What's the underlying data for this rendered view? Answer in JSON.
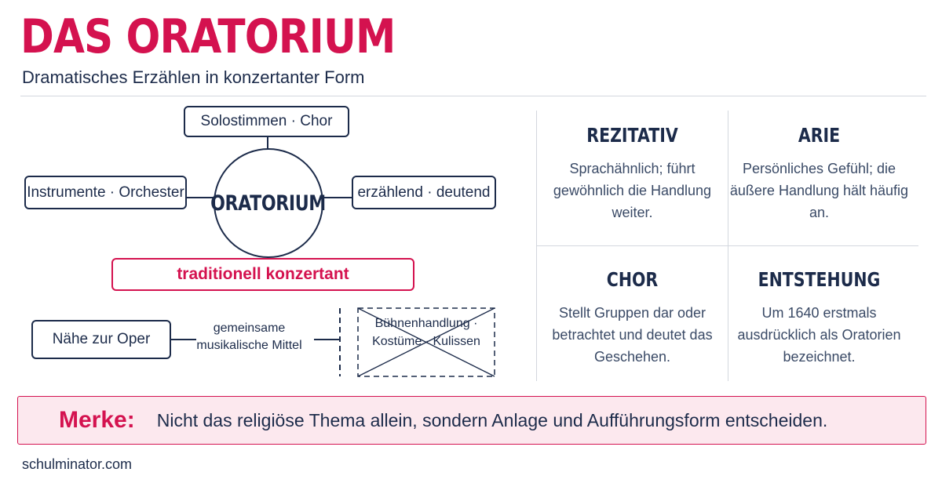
{
  "header": {
    "title": "DAS ORATORIUM",
    "subtitle": "Dramatisches Erzählen in konzertanter Form"
  },
  "diagram": {
    "center": "ORATORIUM",
    "top": "Solostimmen · Chor",
    "left": "Instrumente · Orchester",
    "right": "erzählend · deutend",
    "bottom": "traditionell konzertant",
    "opera": "Nähe zur Oper",
    "shared": "gemeinsame musikalische Mittel",
    "stage": "Bühnenhandlung · Kostüme · Kulissen"
  },
  "cells": [
    {
      "title": "REZITATIV",
      "text": "Sprachähnlich; führt gewöhnlich die Handlung weiter."
    },
    {
      "title": "ARIE",
      "text": "Persönliches Gefühl; die äußere Handlung hält häufig an."
    },
    {
      "title": "CHOR",
      "text": "Stellt Gruppen dar oder betrachtet und deutet das Geschehen."
    },
    {
      "title": "ENTSTEHUNG",
      "text": "Um 1640 erstmals ausdrücklich als Oratorien bezeichnet."
    }
  ],
  "merke": {
    "label": "Merke:",
    "text": "Nicht das religiöse Thema allein, sondern Anlage und Aufführungsform entscheiden."
  },
  "footer": "schulminator.com",
  "colors": {
    "accent": "#d4124f",
    "navy": "#1c2b4a",
    "merke_bg": "#fce8ee"
  }
}
